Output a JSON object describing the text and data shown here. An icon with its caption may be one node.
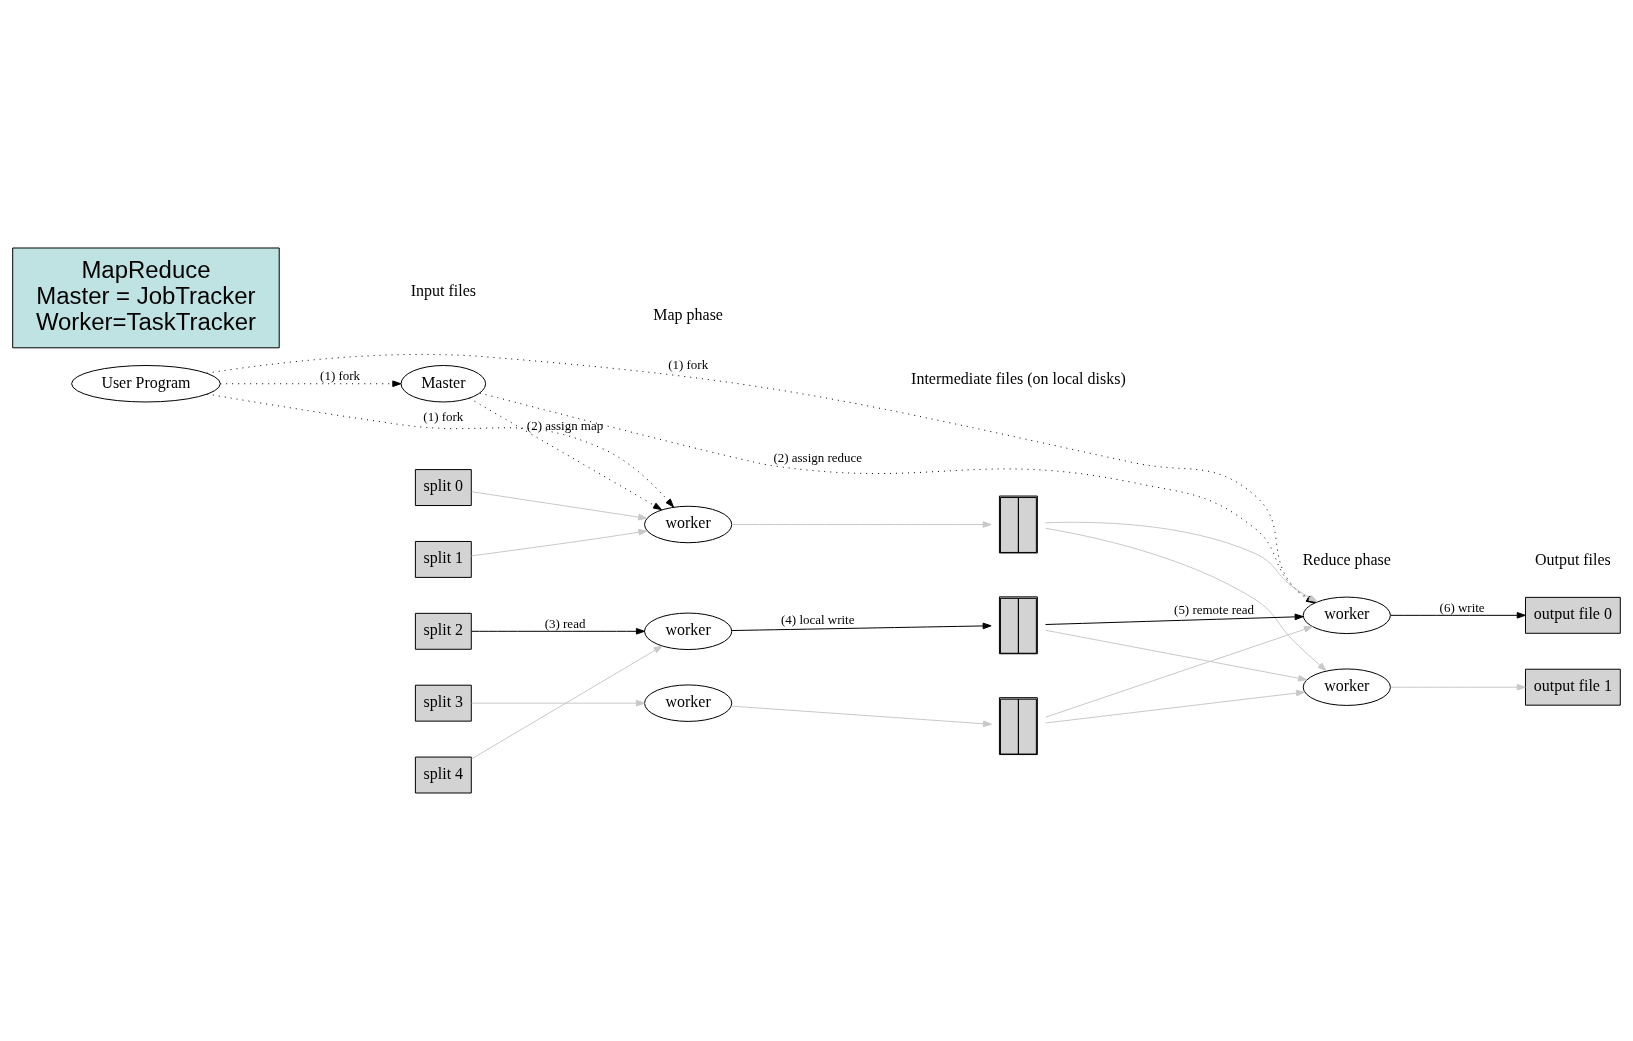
{
  "diagram": {
    "nodes": [
      {
        "text": [
          "User Program"
        ]
      },
      {
        "text": [
          "MapReduce",
          "Master = JobTracker",
          "Worker=TaskTracker"
        ]
      },
      {
        "text": [
          "Master"
        ]
      },
      {
        "text": [
          "worker"
        ]
      },
      {
        "text": [
          "worker"
        ]
      },
      {
        "text": [
          "worker"
        ]
      },
      {
        "text": [
          "split 0"
        ]
      },
      {
        "text": [
          "split 1"
        ]
      },
      {
        "text": [
          "split 2"
        ]
      },
      {
        "text": [
          "split 3"
        ]
      },
      {
        "text": [
          "split 4"
        ]
      },
      {
        "text": [],
        "shape": "box"
      },
      {
        "text": [],
        "shape": "box"
      },
      {
        "text": [],
        "shape": "box"
      },
      {
        "text": [
          "worker"
        ]
      },
      {
        "text": [
          "worker"
        ]
      },
      {
        "text": [
          "output file 0"
        ]
      },
      {
        "text": [
          "output file 1"
        ]
      }
    ],
    "edges": [
      {
        "from": 0,
        "to": 3,
        "arrow": "to",
        "label": "(1) fork",
        "style": "dashed",
        "color": "#000000"
      },
      {
        "from": 0,
        "to": 2,
        "arrow": "to",
        "label": "(1) fork",
        "style": "dashed",
        "color": "#000000"
      },
      {
        "from": 0,
        "to": 14,
        "arrow": "to",
        "label": "(1) fork",
        "style": "dashed",
        "color": "#000000"
      },
      {
        "from": 2,
        "to": 3,
        "arrow": "to",
        "label": "(2) assign map",
        "style": "dashed",
        "color": "#000000"
      },
      {
        "from": 2,
        "to": 14,
        "arrow": "to",
        "label": "(2) assign reduce",
        "style": "dashed",
        "color": "#000000"
      },
      {
        "from": 6,
        "to": 3,
        "arrow": "to"
      },
      {
        "from": 7,
        "to": 3,
        "arrow": "to"
      },
      {
        "from": 8,
        "to": 4,
        "arrow": "to",
        "label": "(3) read",
        "color": "#000000"
      },
      {
        "from": 9,
        "to": 5,
        "arrow": "to"
      },
      {
        "from": 10,
        "to": 4,
        "arrow": "to"
      },
      {
        "from": 3,
        "to": 11,
        "arrow": "to"
      },
      {
        "from": 4,
        "to": 12,
        "arrow": "to",
        "label": "(4) local write",
        "color": "#000000"
      },
      {
        "from": 5,
        "to": 13,
        "arrow": "to"
      },
      {
        "from": 11,
        "to": 14,
        "arrow": "to"
      },
      {
        "from": 11,
        "to": 15,
        "arrow": "to"
      },
      {
        "from": 12,
        "to": 14,
        "arrow": "to",
        "label": "(5) remote read",
        "color": "#000000"
      },
      {
        "from": 12,
        "to": 15,
        "arrow": "to"
      },
      {
        "from": 13,
        "to": 14,
        "arrow": "to"
      },
      {
        "from": 13,
        "to": 15,
        "arrow": "to"
      },
      {
        "from": 14,
        "to": 16,
        "arrow": "to",
        "label": "(6) write",
        "color": "#000000"
      },
      {
        "from": 15,
        "to": 17,
        "arrow": "to"
      }
    ],
    "labels": [
      "Input files",
      "Map phase",
      "Intermediate files (on local disks)",
      "Reduce phase",
      "Output files"
    ]
  }
}
